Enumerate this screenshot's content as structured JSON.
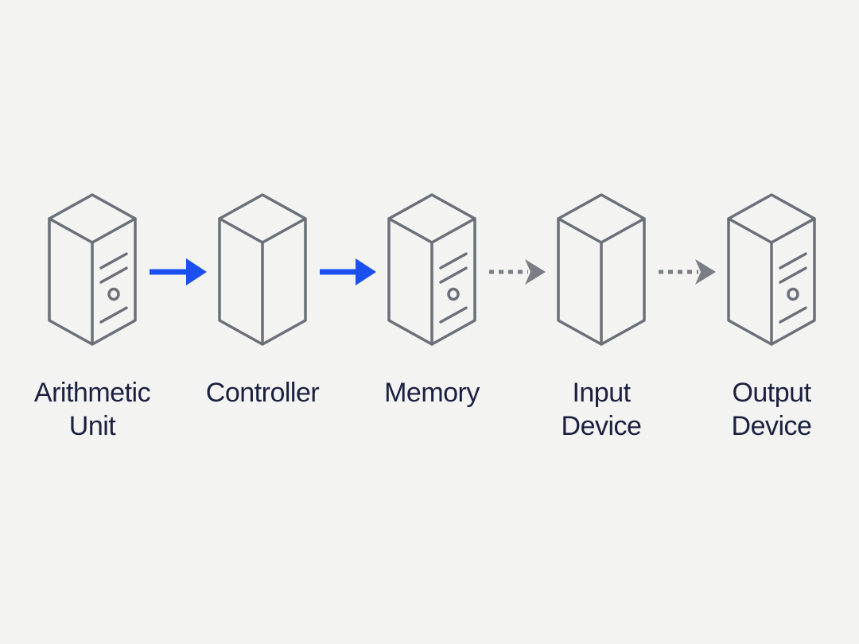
{
  "colors": {
    "background": "#f3f4f2",
    "outline": "#6b6f78",
    "text": "#1b2040",
    "solid_arrow": "#1a4ff0",
    "dotted_arrow": "#7a7d84"
  },
  "nodes": [
    {
      "id": "arithmetic-unit",
      "icon": "server-tower-icon",
      "detailed": true,
      "label_lines": [
        "Arithmetic",
        "Unit"
      ]
    },
    {
      "id": "controller",
      "icon": "box-icon",
      "detailed": false,
      "label_lines": [
        "Controller"
      ]
    },
    {
      "id": "memory",
      "icon": "server-tower-icon",
      "detailed": true,
      "label_lines": [
        "Memory"
      ]
    },
    {
      "id": "input-device",
      "icon": "box-icon",
      "detailed": false,
      "label_lines": [
        "Input",
        "Device"
      ]
    },
    {
      "id": "output-device",
      "icon": "server-tower-icon",
      "detailed": true,
      "label_lines": [
        "Output",
        "Device"
      ]
    }
  ],
  "edges": [
    {
      "from": "arithmetic-unit",
      "to": "controller",
      "style": "solid"
    },
    {
      "from": "controller",
      "to": "memory",
      "style": "solid"
    },
    {
      "from": "memory",
      "to": "input-device",
      "style": "dotted"
    },
    {
      "from": "input-device",
      "to": "output-device",
      "style": "dotted"
    }
  ]
}
